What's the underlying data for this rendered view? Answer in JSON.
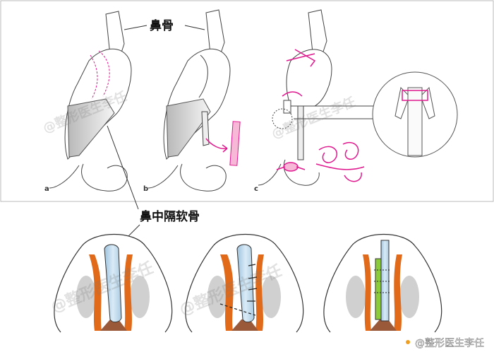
{
  "labels": {
    "nasal_bone": "鼻骨",
    "septal_cartilage": "鼻中隔软骨"
  },
  "panels": [
    "a",
    "b",
    "c"
  ],
  "watermark": {
    "text": "@整形医生李任",
    "weibo_text": "@整形医生李任"
  },
  "colors": {
    "frame": "#bbbbbb",
    "outline": "#444444",
    "magenta": "#e0198f",
    "graft_blue": "#c9dfee",
    "cartilage_orange": "#e06a1a",
    "spine_brown": "#9a5a3a",
    "nostril_gray": "#d0d0d0",
    "green_graft": "#8ccc3a"
  }
}
